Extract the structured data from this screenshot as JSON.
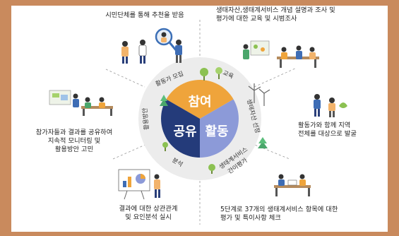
{
  "captions": {
    "top_left": "시민단체를 통해 추천을 받음",
    "top_right": "생태자산,생태계서비스 개념 설명과 조사 및\n평가에 대한 교육 및 시범조사",
    "mid_right": "활동가와 함께 지역\n전체를 대상으로 발굴",
    "mid_left": "참가자들과 결과를 공유하여\n지속적 모니터링 및\n활용방안 고민",
    "bottom_left": "결과에 대한 상관관계\n및 요인분석 실시",
    "bottom_right": "5단계로 37개의 생태계서비스 항목에 대한\n평가 및 특이사항 체크"
  },
  "ring_labels": {
    "recruit": "활동가 모집",
    "education": "교육",
    "selection": "생태자산 선정",
    "evaluation_1": "생태계서비스",
    "evaluation_2": "간이평가",
    "analysis": "분석",
    "utilization": "활용방안"
  },
  "sectors": {
    "participation": "참여",
    "sharing": "공유",
    "activity": "활동"
  },
  "colors": {
    "frame": "#c98a5d",
    "participation": "#efa43b",
    "sharing": "#243b7a",
    "activity": "#8c9ad8",
    "ring": "#ececec"
  }
}
